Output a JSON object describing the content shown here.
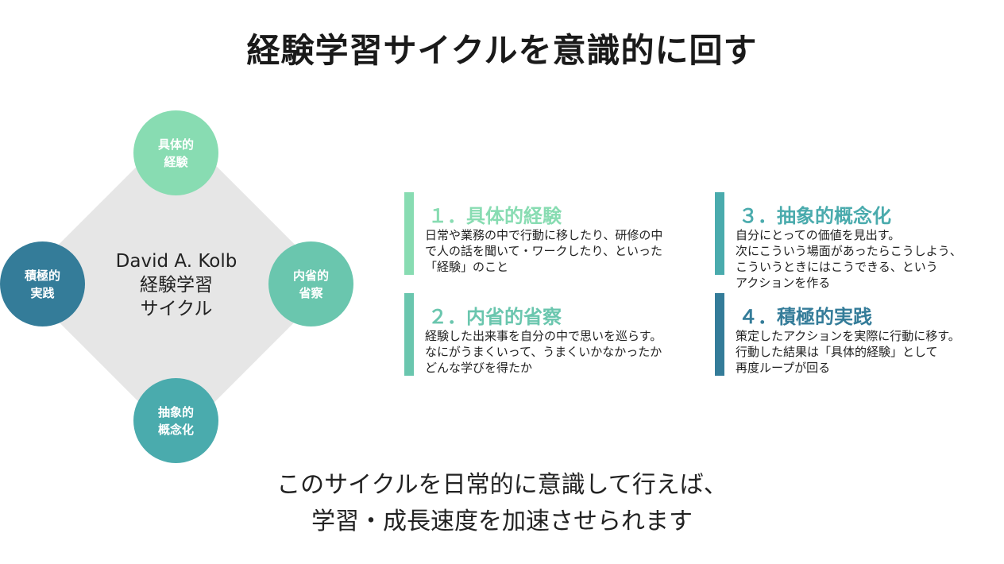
{
  "title": "経験学習サイクルを意識的に回す",
  "center": {
    "line1": "David A. Kolb",
    "line2": "経験学習",
    "line3": "サイクル"
  },
  "nodes": [
    {
      "line1": "具体的",
      "line2": "経験",
      "color": "#88dcb2"
    },
    {
      "line1": "内省的",
      "line2": "省察",
      "color": "#6ac6ae"
    },
    {
      "line1": "抽象的",
      "line2": "概念化",
      "color": "#4aabad"
    },
    {
      "line1": "積極的",
      "line2": "実践",
      "color": "#347c99"
    }
  ],
  "cards": [
    {
      "heading": "１．具体的経験",
      "lines": [
        "日常や業務の中で行動に移したり、研修の中",
        "で人の話を聞いて・ワークしたり、といった",
        "「経験」のこと"
      ],
      "color": "#88dcb2"
    },
    {
      "heading": "２．内省的省察",
      "lines": [
        "経験した出来事を自分の中で思いを巡らす。",
        "なにがうまくいって、うまくいかなかったか",
        "どんな学びを得たか"
      ],
      "color": "#6ac6ae"
    },
    {
      "heading": "３．抽象的概念化",
      "lines": [
        "自分にとっての価値を見出す。",
        "次にこういう場面があったらこうしよう、",
        "こういうときにはこうできる、という",
        "アクションを作る"
      ],
      "color": "#4aabad"
    },
    {
      "heading": "４．積極的実践",
      "lines": [
        "策定したアクションを実際に行動に移す。",
        "行動した結果は「具体的経験」として",
        "再度ループが回る"
      ],
      "color": "#347c99"
    }
  ],
  "footer": {
    "line1": "このサイクルを日常的に意識して行えば、",
    "line2": "学習・成長速度を加速させられます"
  },
  "colors": {
    "diamond": "#e6e6e6",
    "text": "#222222"
  }
}
